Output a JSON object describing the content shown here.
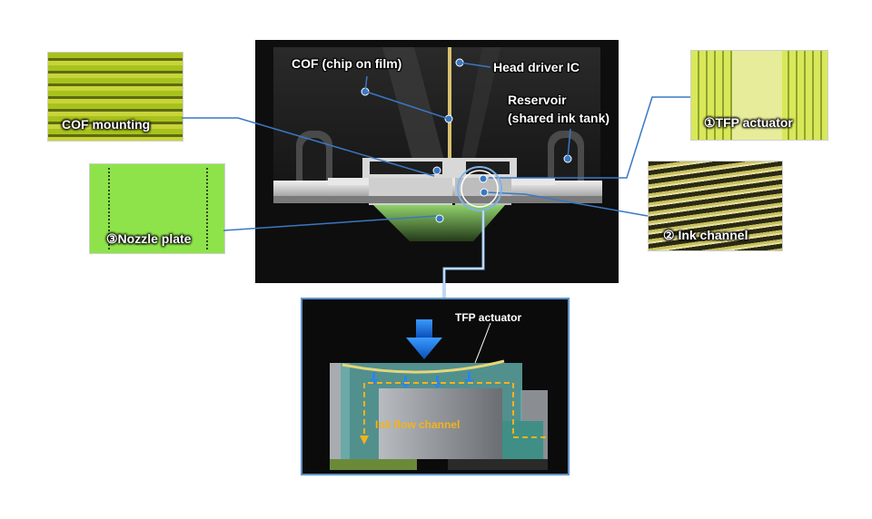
{
  "main_labels": {
    "cof": "COF (chip on film)",
    "head_driver": "Head driver IC",
    "reservoir_line1": "Reservoir",
    "reservoir_line2": "(shared ink tank)"
  },
  "thumbnails": {
    "cof_mounting": "COF mounting",
    "tfp_actuator": "①TFP actuator",
    "nozzle_plate": "③Nozzle plate",
    "ink_channel": "② Ink channel"
  },
  "detail": {
    "tfp_actuator": "TFP actuator",
    "ink_flow_channel": "Ink flow channel"
  },
  "colors": {
    "callout_line": "#3a78c2",
    "ink_flow": "#f5b21c",
    "arrow_blue": "#1a6fd0"
  }
}
